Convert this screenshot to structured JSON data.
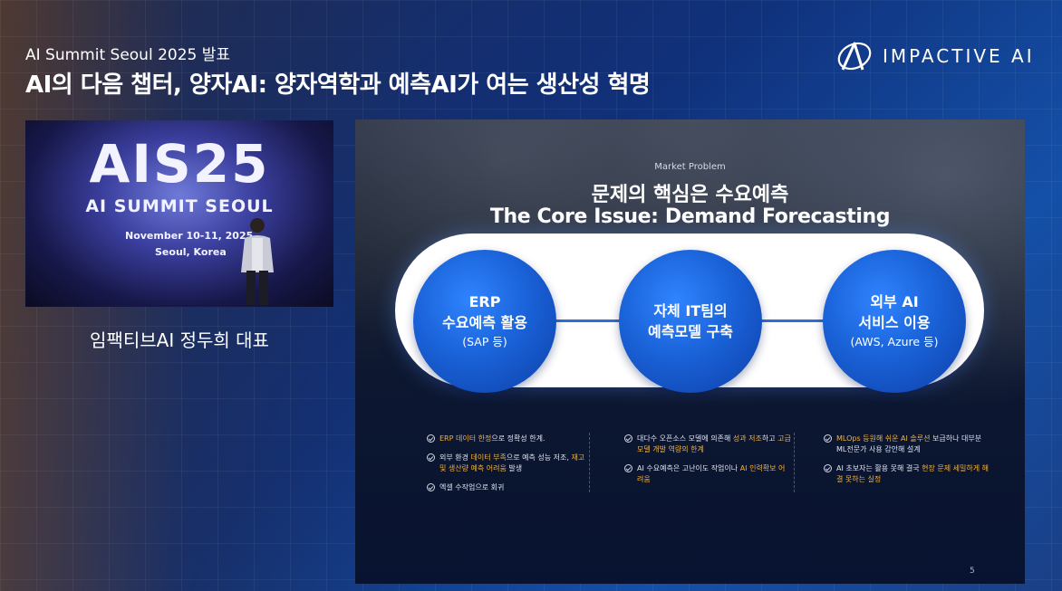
{
  "header": {
    "subtitle": "AI Summit Seoul 2025 발표",
    "title": "AI의 다음 챕터, 양자AI: 양자역학과 예측AI가 여는 생산성 혁명"
  },
  "logo": {
    "text": "IMPACTIVE AI",
    "icon": "impactive-a-logo-icon"
  },
  "video": {
    "event_big": "AIS25",
    "event_name": "AI SUMMIT SEOUL",
    "date": "November 10-11, 2025",
    "location": "Seoul, Korea"
  },
  "speaker": {
    "name": "임팩티브AI 정두희 대표"
  },
  "slide": {
    "label": "Market Problem",
    "title_ko": "문제의 핵심은 수요예측",
    "title_en": "The Core Issue: Demand Forecasting",
    "circles": [
      {
        "line1": "ERP",
        "line2": "수요예측 활용",
        "line3": "(SAP 등)"
      },
      {
        "line1": "자체 IT팀의",
        "line2": "예측모델 구축",
        "line3": ""
      },
      {
        "line1": "외부 AI",
        "line2": "서비스 이용",
        "line3": "(AWS, Azure 등)"
      }
    ],
    "columns": [
      {
        "bullets": [
          {
            "hl": "ERP 데이터 한정",
            "rest": "으로 정확성 한계."
          },
          {
            "pre": "외부 환경 ",
            "hl": "데이터 부족",
            "mid": "으로 예측 성능 저조, ",
            "hl2": "재고 및 생산량 예측 어려움",
            "post": " 발생"
          },
          {
            "plain": "엑셀 수작업으로 회귀"
          }
        ]
      },
      {
        "bullets": [
          {
            "pre": "대다수 오픈소스 모델에 의존해 ",
            "hl": "성과 저조",
            "mid": "하고 ",
            "hl2": "고급모델 개발 역량의 한계",
            "post": ""
          },
          {
            "pre": "AI 수요예측은 고난이도 작업이나 ",
            "hl": "AI 인력확보 어려움",
            "post": ""
          }
        ]
      },
      {
        "bullets": [
          {
            "hl": "MLOps 등원해 쉬운 AI 솔루션",
            "mid": " 보급하나 대부분 ML전문가 사용 감안해 설계",
            "post": ""
          },
          {
            "pre": "AI 초보자는 활용 못해 결국 ",
            "hl": "현장 문제 세밀하게 해결 못하는 실정",
            "post": ""
          }
        ]
      }
    ],
    "page_number": "5"
  },
  "colors": {
    "accent_blue": "#1a62d8",
    "highlight": "#f3b33d",
    "background": "#10307a"
  }
}
